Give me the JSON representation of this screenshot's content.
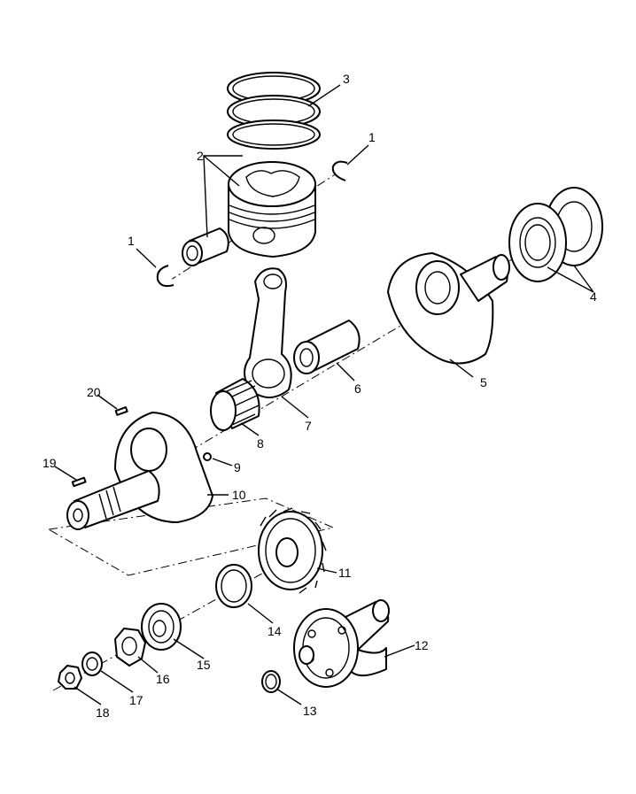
{
  "diagram": {
    "callouts": [
      {
        "id": "callout-3",
        "text": "3"
      },
      {
        "id": "callout-1a",
        "text": "1"
      },
      {
        "id": "callout-2",
        "text": "2"
      },
      {
        "id": "callout-1b",
        "text": "1"
      },
      {
        "id": "callout-4",
        "text": "4"
      },
      {
        "id": "callout-5",
        "text": "5"
      },
      {
        "id": "callout-6",
        "text": "6"
      },
      {
        "id": "callout-7",
        "text": "7"
      },
      {
        "id": "callout-8",
        "text": "8"
      },
      {
        "id": "callout-20",
        "text": "20"
      },
      {
        "id": "callout-9",
        "text": "9"
      },
      {
        "id": "callout-19",
        "text": "19"
      },
      {
        "id": "callout-10",
        "text": "10"
      },
      {
        "id": "callout-11",
        "text": "11"
      },
      {
        "id": "callout-14",
        "text": "14"
      },
      {
        "id": "callout-12",
        "text": "12"
      },
      {
        "id": "callout-15",
        "text": "15"
      },
      {
        "id": "callout-16",
        "text": "16"
      },
      {
        "id": "callout-17",
        "text": "17"
      },
      {
        "id": "callout-13",
        "text": "13"
      },
      {
        "id": "callout-18",
        "text": "18"
      }
    ]
  }
}
